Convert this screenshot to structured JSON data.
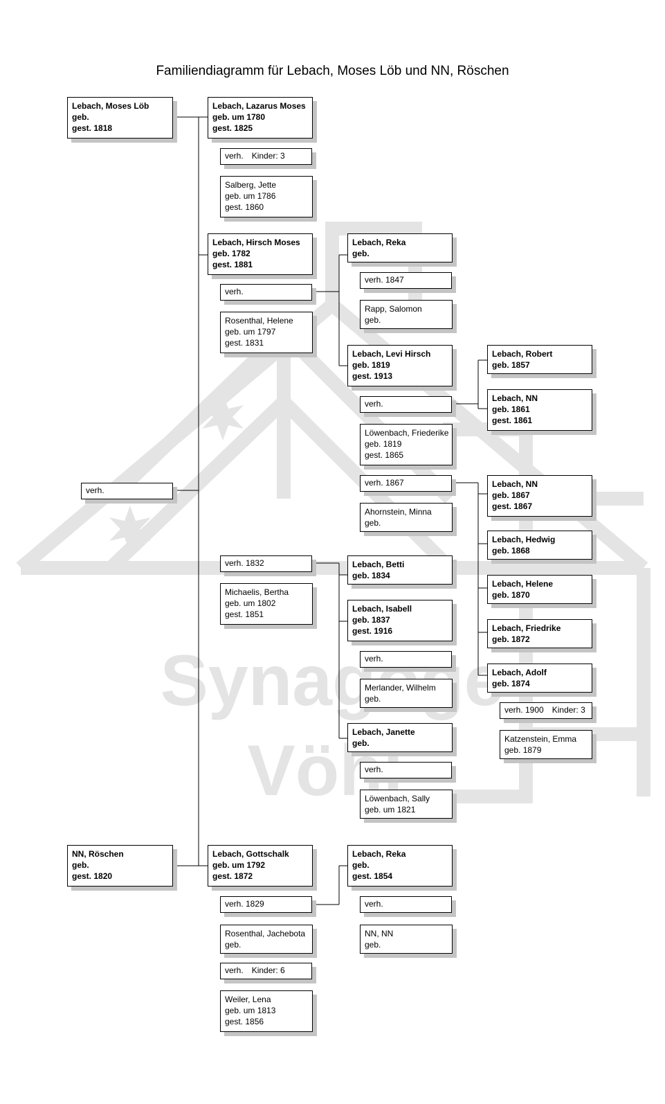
{
  "title": "Familiendiagramm für Lebach, Moses Löb und NN, Röschen",
  "watermark": {
    "line1": "Synagoge",
    "line2": "Vöhl"
  },
  "colors": {
    "line": "#000000",
    "shadow": "#c4c4c4",
    "watermark": "#e4e4e4"
  },
  "parents": {
    "father": {
      "name": "Lebach, Moses Löb",
      "born": "geb.",
      "died": "gest. 1818"
    },
    "marriage": {
      "label": "verh."
    },
    "mother": {
      "name": "NN, Röschen",
      "born": "geb.",
      "died": "gest. 1820"
    }
  },
  "children": {
    "lazarus": {
      "person": {
        "name": "Lebach, Lazarus Moses",
        "born": "geb. um 1780",
        "died": "gest. 1825"
      },
      "marriage": {
        "label": "verh.",
        "kids": "Kinder: 3"
      },
      "spouse": {
        "name": "Salberg, Jette",
        "born": "geb. um 1786",
        "died": "gest. 1860"
      }
    },
    "hirsch": {
      "person": {
        "name": "Lebach, Hirsch Moses",
        "born": "geb. 1782",
        "died": "gest. 1881"
      },
      "marriage1": {
        "label": "verh."
      },
      "spouse1": {
        "name": "Rosenthal, Helene",
        "born": "geb. um 1797",
        "died": "gest. 1831"
      },
      "marriage2": {
        "label": "verh. 1832"
      },
      "spouse2": {
        "name": "Michaelis, Bertha",
        "born": "geb. um 1802",
        "died": "gest. 1851"
      }
    },
    "gottschalk": {
      "person": {
        "name": "Lebach, Gottschalk",
        "born": "geb. um 1792",
        "died": "gest. 1872"
      },
      "marriage1": {
        "label": "verh. 1829"
      },
      "spouse1": {
        "name": "Rosenthal, Jachebota",
        "born": "geb."
      },
      "marriage2": {
        "label": "verh.",
        "kids": "Kinder: 6"
      },
      "spouse2": {
        "name": "Weiler, Lena",
        "born": "geb. um 1813",
        "died": "gest. 1856"
      }
    }
  },
  "grandchildren": {
    "reka1": {
      "person": {
        "name": "Lebach, Reka",
        "born": "geb."
      },
      "marriage": {
        "label": "verh. 1847"
      },
      "spouse": {
        "name": "Rapp, Salomon",
        "born": "geb."
      }
    },
    "levi": {
      "person": {
        "name": "Lebach, Levi Hirsch",
        "born": "geb. 1819",
        "died": "gest. 1913"
      },
      "marriage1": {
        "label": "verh."
      },
      "spouse1": {
        "name": "Löwenbach, Friederike",
        "born": "geb. 1819",
        "died": "gest. 1865"
      },
      "marriage2": {
        "label": "verh. 1867"
      },
      "spouse2": {
        "name": "Ahornstein, Minna",
        "born": "geb."
      }
    },
    "betti": {
      "person": {
        "name": "Lebach, Betti",
        "born": "geb. 1834"
      }
    },
    "isabell": {
      "person": {
        "name": "Lebach, Isabell",
        "born": "geb. 1837",
        "died": "gest. 1916"
      },
      "marriage": {
        "label": "verh."
      },
      "spouse": {
        "name": "Merlander, Wilhelm",
        "born": "geb."
      }
    },
    "janette": {
      "person": {
        "name": "Lebach, Janette",
        "born": "geb."
      },
      "marriage": {
        "label": "verh."
      },
      "spouse": {
        "name": "Löwenbach, Sally",
        "born": "geb. um 1821"
      }
    },
    "reka2": {
      "person": {
        "name": "Lebach, Reka",
        "born": "geb.",
        "died": "gest. 1854"
      },
      "marriage": {
        "label": "verh."
      },
      "spouse": {
        "name": "NN, NN",
        "born": "geb."
      }
    }
  },
  "greatgrandchildren": {
    "robert": {
      "name": "Lebach, Robert",
      "born": "geb. 1857"
    },
    "nn1861": {
      "name": "Lebach, NN",
      "born": "geb. 1861",
      "died": "gest. 1861"
    },
    "nn1867": {
      "name": "Lebach, NN",
      "born": "geb. 1867",
      "died": "gest. 1867"
    },
    "hedwig": {
      "name": "Lebach, Hedwig",
      "born": "geb. 1868"
    },
    "helene": {
      "name": "Lebach, Helene",
      "born": "geb. 1870"
    },
    "friedrike": {
      "name": "Lebach, Friedrike",
      "born": "geb. 1872"
    },
    "adolf": {
      "name": "Lebach, Adolf",
      "born": "geb. 1874",
      "marriage": {
        "label": "verh. 1900",
        "kids": "Kinder: 3"
      },
      "spouse": {
        "name": "Katzenstein, Emma",
        "born": "geb. 1879"
      }
    }
  }
}
